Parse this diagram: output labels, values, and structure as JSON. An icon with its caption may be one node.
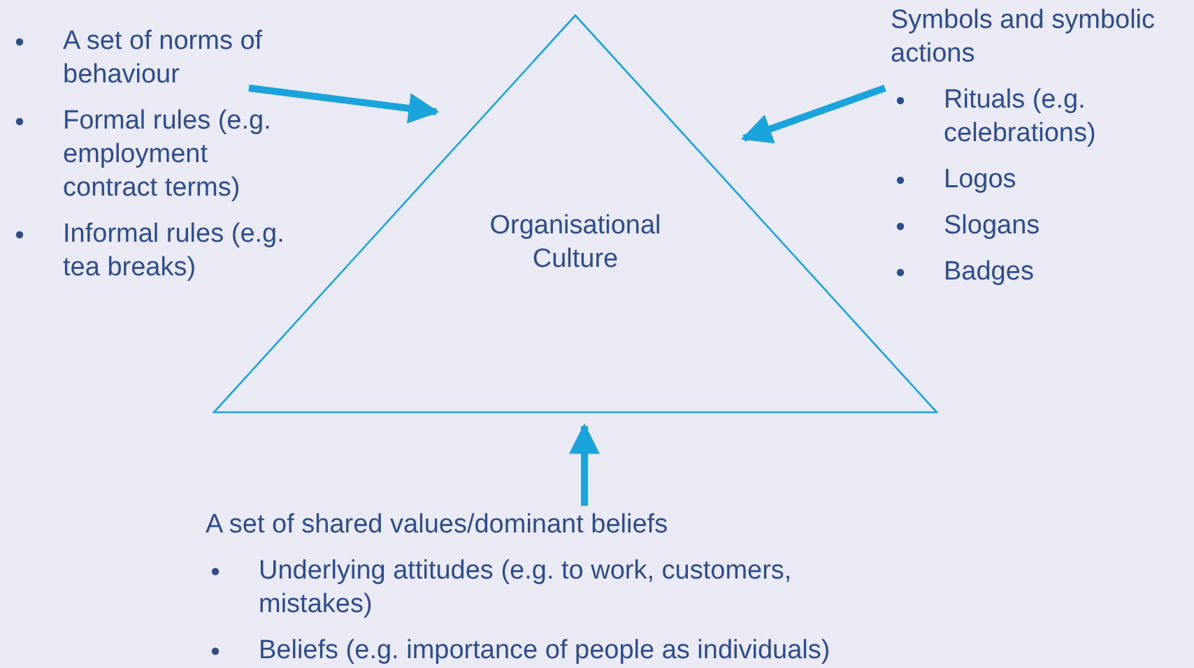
{
  "diagram": {
    "nodes": [
      {
        "text": [
          "A set of norms of behaviour",
          "Formal rules (e.g. employment contract terms)",
          "Informal rules (e.g. tea breaks)"
        ]
      },
      {
        "text": [
          "Organisational Culture"
        ]
      },
      {
        "text": [
          "Symbols and symbolic actions",
          "Rituals (e.g. celebrations)",
          "Logos",
          "Slogans",
          "Badges"
        ]
      },
      {
        "text": [
          "A set of shared values/dominant beliefs",
          "Underlying attitudes (e.g. to work, customers, mistakes)",
          "Beliefs (e.g. importance of people as individuals)"
        ]
      }
    ],
    "edges": [
      {
        "from": 0,
        "to": 1,
        "arrow": "to"
      },
      {
        "from": 2,
        "to": 1,
        "arrow": "to"
      },
      {
        "from": 3,
        "to": 1,
        "arrow": "to"
      }
    ]
  }
}
